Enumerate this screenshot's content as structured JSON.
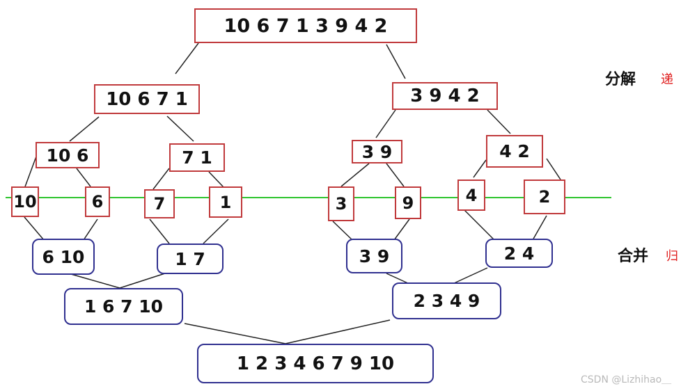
{
  "colors": {
    "split_border": "#c0393b",
    "merge_border": "#2f2f8f",
    "midline": "#2ec42e",
    "connector": "#222222",
    "label_accent": "#e02020"
  },
  "split": {
    "root": "10 6 7 1 3 9 4 2",
    "l1_left": "10 6 7 1",
    "l1_right": "3 9 4 2",
    "l2_a": "10 6",
    "l2_b": "7 1",
    "l2_c": "3 9",
    "l2_d": "4 2",
    "leaf_1": "10",
    "leaf_2": "6",
    "leaf_3": "7",
    "leaf_4": "1",
    "leaf_5": "3",
    "leaf_6": "9",
    "leaf_7": "4",
    "leaf_8": "2"
  },
  "merge": {
    "m1_a": "6 10",
    "m1_b": "1 7",
    "m1_c": "3 9",
    "m1_d": "2 4",
    "m2_left": "1 6 7 10",
    "m2_right": "2 3 4 9",
    "result": "1 2 3 4 6 7 9 10"
  },
  "labels": {
    "split_main": "分解",
    "split_side": "递",
    "merge_main": "合并",
    "merge_side": "归"
  },
  "watermark": "CSDN @Lizhihao＿"
}
